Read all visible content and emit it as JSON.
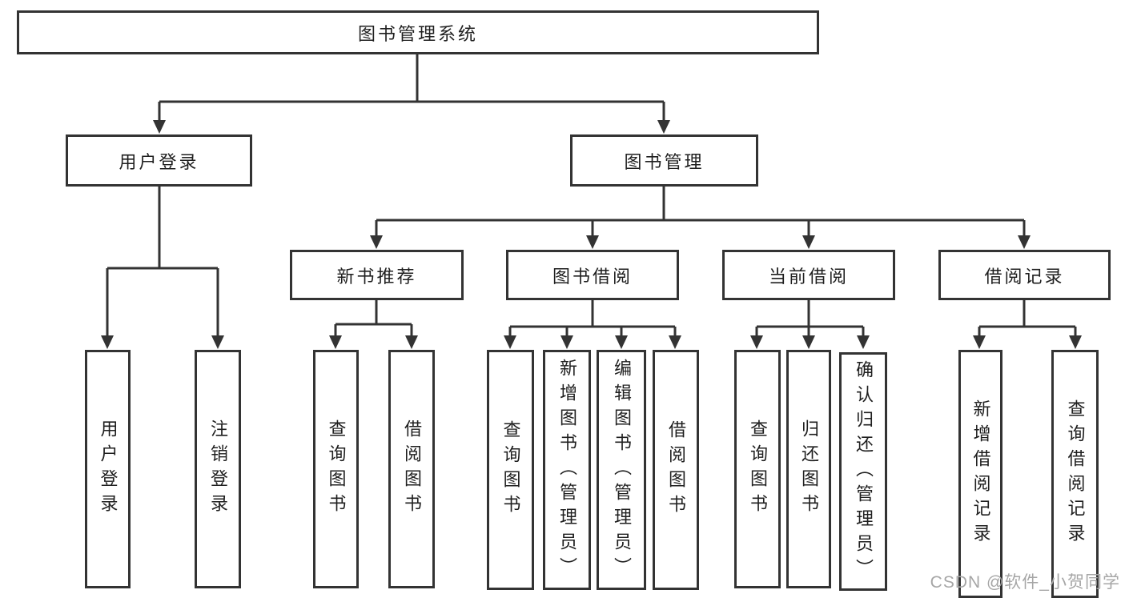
{
  "diagram": {
    "root": {
      "label": "图书管理系统"
    },
    "branches": [
      {
        "label": "用户登录",
        "children": [
          {
            "label": "用户登录"
          },
          {
            "label": "注销登录"
          }
        ]
      },
      {
        "label": "图书管理",
        "children": [
          {
            "label": "新书推荐",
            "children": [
              {
                "label": "查询图书"
              },
              {
                "label": "借阅图书"
              }
            ]
          },
          {
            "label": "图书借阅",
            "children": [
              {
                "label": "查询图书"
              },
              {
                "label": "新增图书（管理员）"
              },
              {
                "label": "编辑图书（管理员）"
              },
              {
                "label": "借阅图书"
              }
            ]
          },
          {
            "label": "当前借阅",
            "children": [
              {
                "label": "查询图书"
              },
              {
                "label": "归还图书"
              },
              {
                "label": "确认归还（管理员）"
              }
            ]
          },
          {
            "label": "借阅记录",
            "children": [
              {
                "label": "新增借阅记录"
              },
              {
                "label": "查询借阅记录"
              }
            ]
          }
        ]
      }
    ]
  },
  "watermark": {
    "text": "CSDN @软件_小贺同学"
  },
  "colors": {
    "line": "#333333",
    "text": "#1f1f1f",
    "background": "#ffffff",
    "watermark": "#a6a6a6"
  }
}
